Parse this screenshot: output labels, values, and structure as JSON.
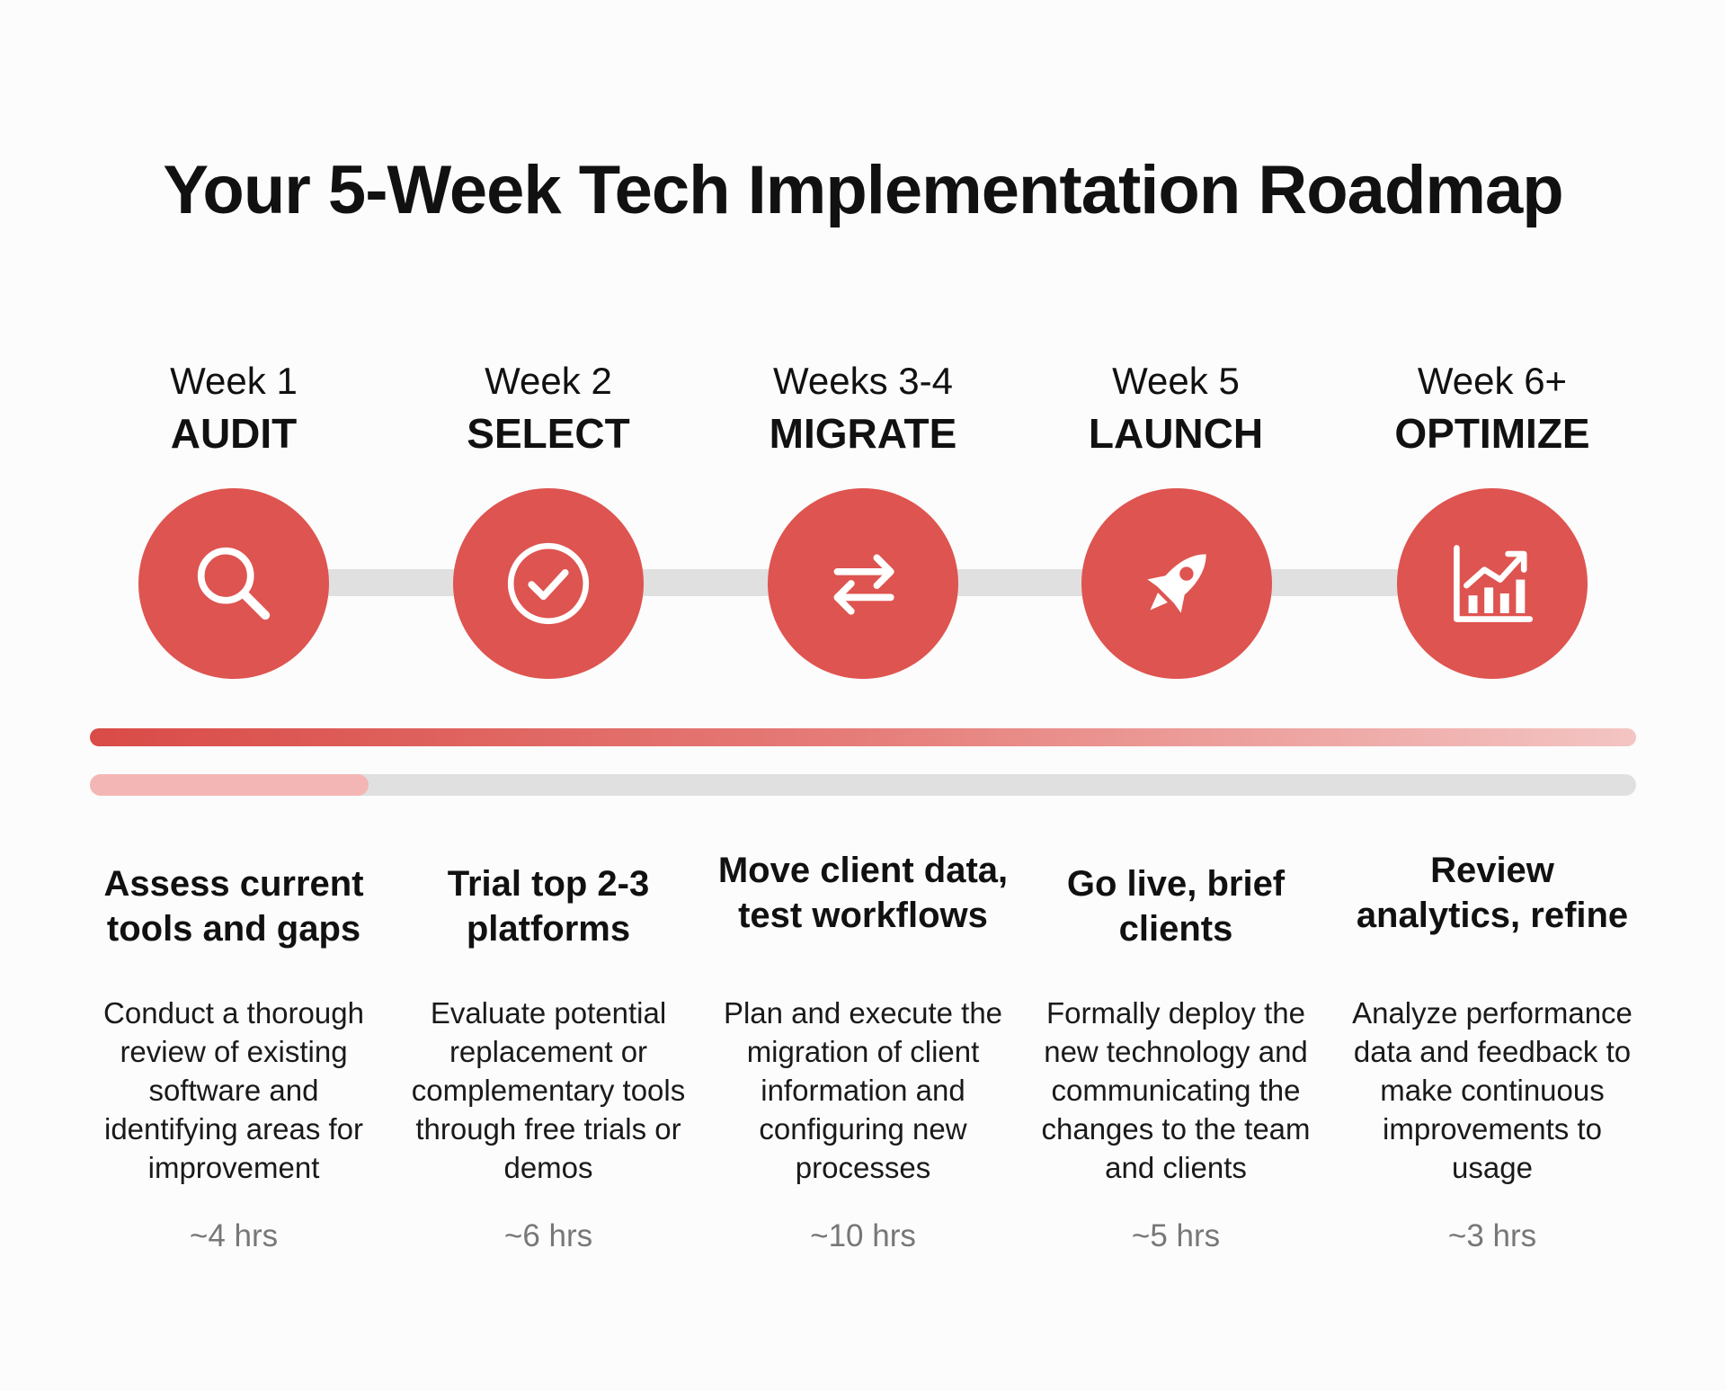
{
  "title": "Your 5-Week Tech Implementation Roadmap",
  "colors": {
    "accent": "#de5450",
    "track": "#e0e0e0",
    "progress_fill": "#f4b6b4",
    "hours_text": "#777777"
  },
  "timeline_progress_fraction": 0.18,
  "phases": [
    {
      "week": "Week 1",
      "name": "AUDIT",
      "icon": "search-icon",
      "heading": "Assess current tools and gaps",
      "description": "Conduct a thorough review of existing software and identifying areas for improvement",
      "hours": "~4 hrs"
    },
    {
      "week": "Week 2",
      "name": "SELECT",
      "icon": "check-circle-icon",
      "heading": "Trial top 2-3 platforms",
      "description": "Evaluate potential replacement or complementary tools through free trials or demos",
      "hours": "~6 hrs"
    },
    {
      "week": "Weeks 3-4",
      "name": "MIGRATE",
      "icon": "swap-arrows-icon",
      "heading": "Move client data, test workflows",
      "description": "Plan and execute the migration of client information and configuring new processes",
      "hours": "~10 hrs"
    },
    {
      "week": "Week 5",
      "name": "LAUNCH",
      "icon": "rocket-icon",
      "heading": "Go live, brief clients",
      "description": "Formally deploy the new technology and communicating the changes to the team and clients",
      "hours": "~5 hrs"
    },
    {
      "week": "Week 6+",
      "name": "OPTIMIZE",
      "icon": "growth-chart-icon",
      "heading": "Review analytics, refine",
      "description": "Analyze performance data and feedback to make continuous improvements to usage",
      "hours": "~3 hrs"
    }
  ]
}
